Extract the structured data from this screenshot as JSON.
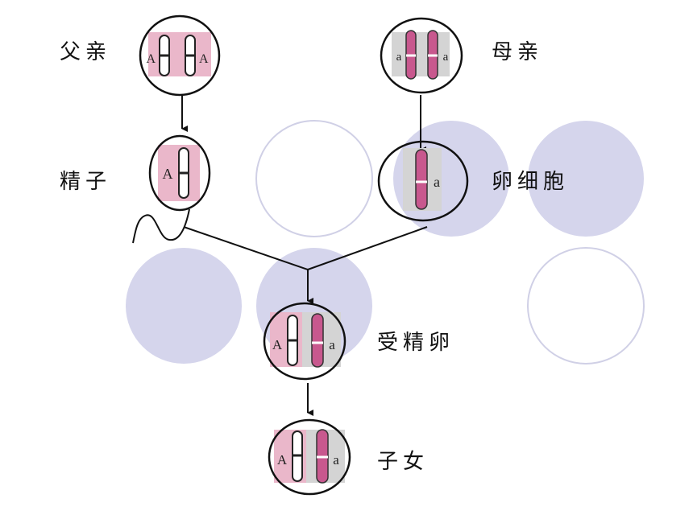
{
  "labels": {
    "father": "父亲",
    "mother": "母亲",
    "sperm": "精子",
    "egg": "卵细胞",
    "zygote": "受精卵",
    "offspring": "子女"
  },
  "alleles": {
    "father_left": "A",
    "father_right": "A",
    "mother_left": "a",
    "mother_right": "a",
    "sperm": "A",
    "egg": "a",
    "zygote_left": "A",
    "zygote_right": "a",
    "offspring_left": "A",
    "offspring_right": "a"
  },
  "colors": {
    "decor_circle_fill": "#d5d5ec",
    "decor_circle_stroke": "#d0d0e6",
    "chromosome_pink": "#c8588e",
    "paternal_bg": "#eab7ca",
    "maternal_bg": "#cfcfcf",
    "line": "#111111"
  }
}
